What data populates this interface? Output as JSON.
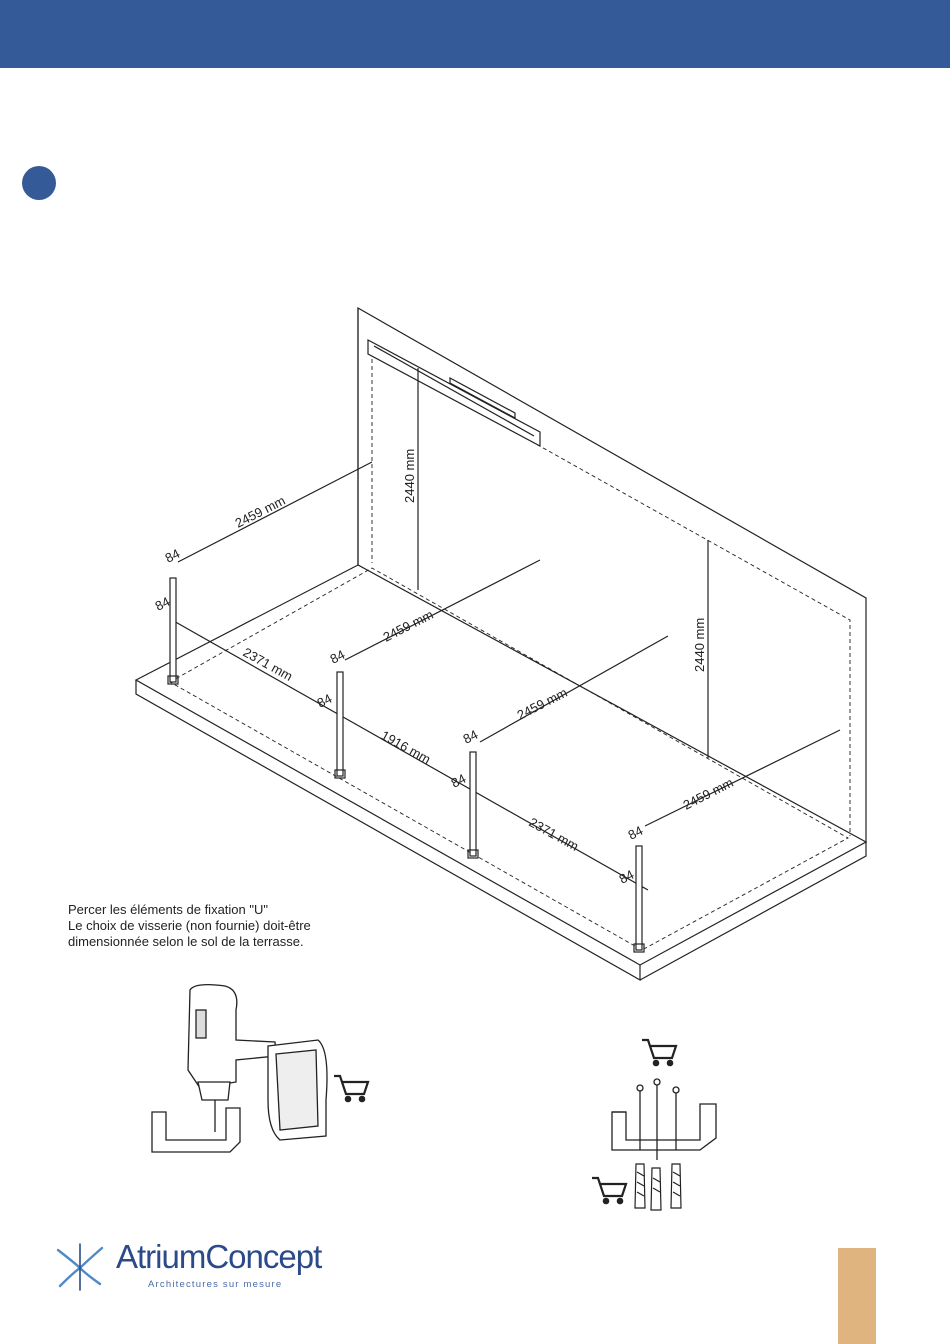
{
  "diagram": {
    "labels": {
      "wall_width_top": "2459 mm",
      "height_left": "2440 mm",
      "height_right": "2440 mm",
      "depth_1": "2459 mm",
      "depth_2": "2459 mm",
      "depth_3": "2459 mm",
      "span_1": "2371 mm",
      "span_2": "1916 mm",
      "span_3": "2371 mm",
      "post_offset": "84"
    }
  },
  "instructions": {
    "line1": "Percer les éléments de fixation \"U\"",
    "line2": "Le choix de visserie (non fournie) doit-être",
    "line3": "dimensionnée selon le sol de la terrasse."
  },
  "icons": [
    "drill-icon",
    "cart-icon",
    "u-bracket-icon",
    "screw-icon",
    "wall-plug-icon"
  ],
  "branding": {
    "name": "AtriumConcept",
    "tagline": "Architectures sur mesure"
  },
  "colors": {
    "header": "#355a98",
    "accent_tab": "#e0b47f",
    "logo_blue": "#2b4a8a"
  }
}
